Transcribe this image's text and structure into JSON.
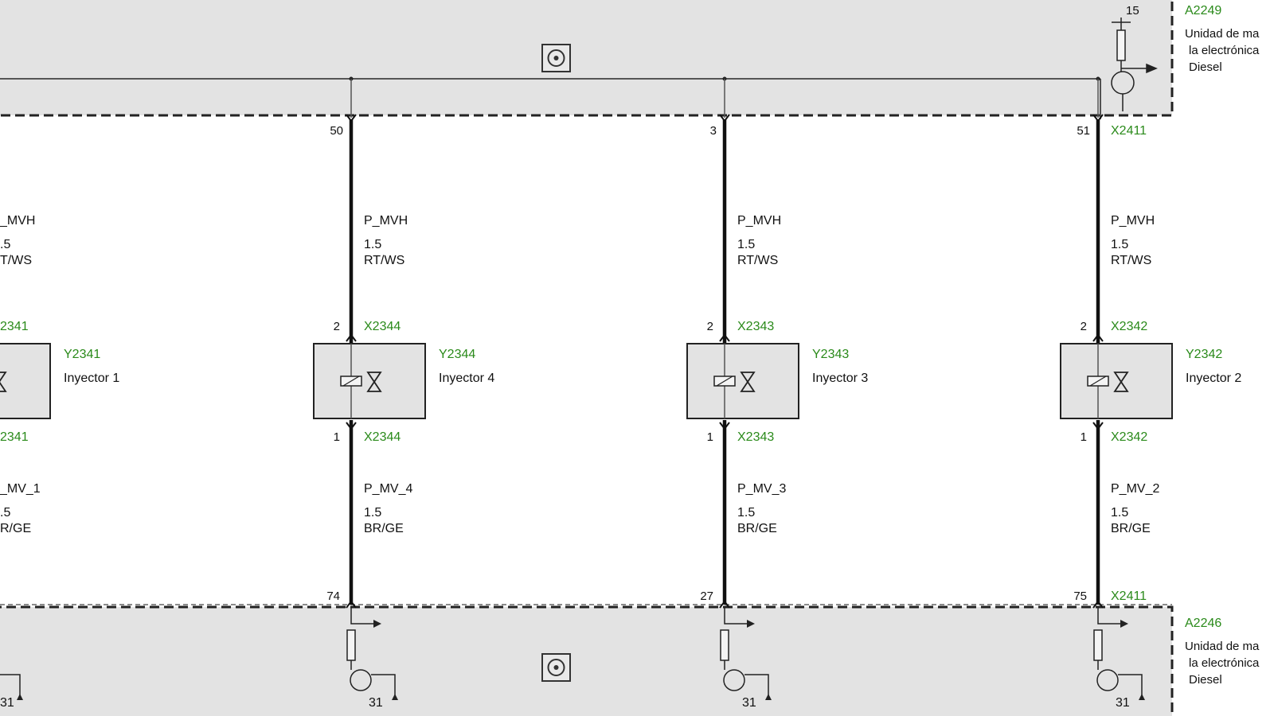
{
  "modules": {
    "top": {
      "id": "A2249",
      "desc_lines": [
        "Unidad de ma",
        "la electrónica",
        "Diesel"
      ],
      "terminal": "15"
    },
    "bottom": {
      "id": "A2246",
      "desc_lines": [
        "Unidad de ma",
        "la electrónica",
        "Diesel"
      ]
    }
  },
  "columns": [
    {
      "top_pin": "",
      "top_connector": "",
      "wire_top": {
        "signal": "_MVH",
        "gauge": ".5",
        "color": "T/WS"
      },
      "inj_top_pin": "",
      "inj_top_connector": "2341",
      "injector_id": "Y2341",
      "injector_label": "Inyector 1",
      "inj_bottom_pin": "",
      "inj_bottom_connector": "2341",
      "wire_bottom": {
        "signal": "_MV_1",
        "gauge": ".5",
        "color": "R/GE"
      },
      "bottom_pin": "",
      "bottom_connector": "",
      "ground": "31"
    },
    {
      "top_pin": "50",
      "top_connector": "",
      "wire_top": {
        "signal": "P_MVH",
        "gauge": "1.5",
        "color": "RT/WS"
      },
      "inj_top_pin": "2",
      "inj_top_connector": "X2344",
      "injector_id": "Y2344",
      "injector_label": "Inyector 4",
      "inj_bottom_pin": "1",
      "inj_bottom_connector": "X2344",
      "wire_bottom": {
        "signal": "P_MV_4",
        "gauge": "1.5",
        "color": "BR/GE"
      },
      "bottom_pin": "74",
      "bottom_connector": "",
      "ground": "31"
    },
    {
      "top_pin": "3",
      "top_connector": "",
      "wire_top": {
        "signal": "P_MVH",
        "gauge": "1.5",
        "color": "RT/WS"
      },
      "inj_top_pin": "2",
      "inj_top_connector": "X2343",
      "injector_id": "Y2343",
      "injector_label": "Inyector 3",
      "inj_bottom_pin": "1",
      "inj_bottom_connector": "X2343",
      "wire_bottom": {
        "signal": "P_MV_3",
        "gauge": "1.5",
        "color": "BR/GE"
      },
      "bottom_pin": "27",
      "bottom_connector": "",
      "ground": "31"
    },
    {
      "top_pin": "51",
      "top_connector": "X2411",
      "wire_top": {
        "signal": "P_MVH",
        "gauge": "1.5",
        "color": "RT/WS"
      },
      "inj_top_pin": "2",
      "inj_top_connector": "X2342",
      "injector_id": "Y2342",
      "injector_label": "Inyector 2",
      "inj_bottom_pin": "1",
      "inj_bottom_connector": "X2342",
      "wire_bottom": {
        "signal": "P_MV_2",
        "gauge": "1.5",
        "color": "BR/GE"
      },
      "bottom_pin": "75",
      "bottom_connector": "X2411",
      "ground": "31"
    }
  ],
  "colors": {
    "label_green": "#2a8a1a",
    "module_fill": "#e3e3e3",
    "wire": "#111111"
  }
}
